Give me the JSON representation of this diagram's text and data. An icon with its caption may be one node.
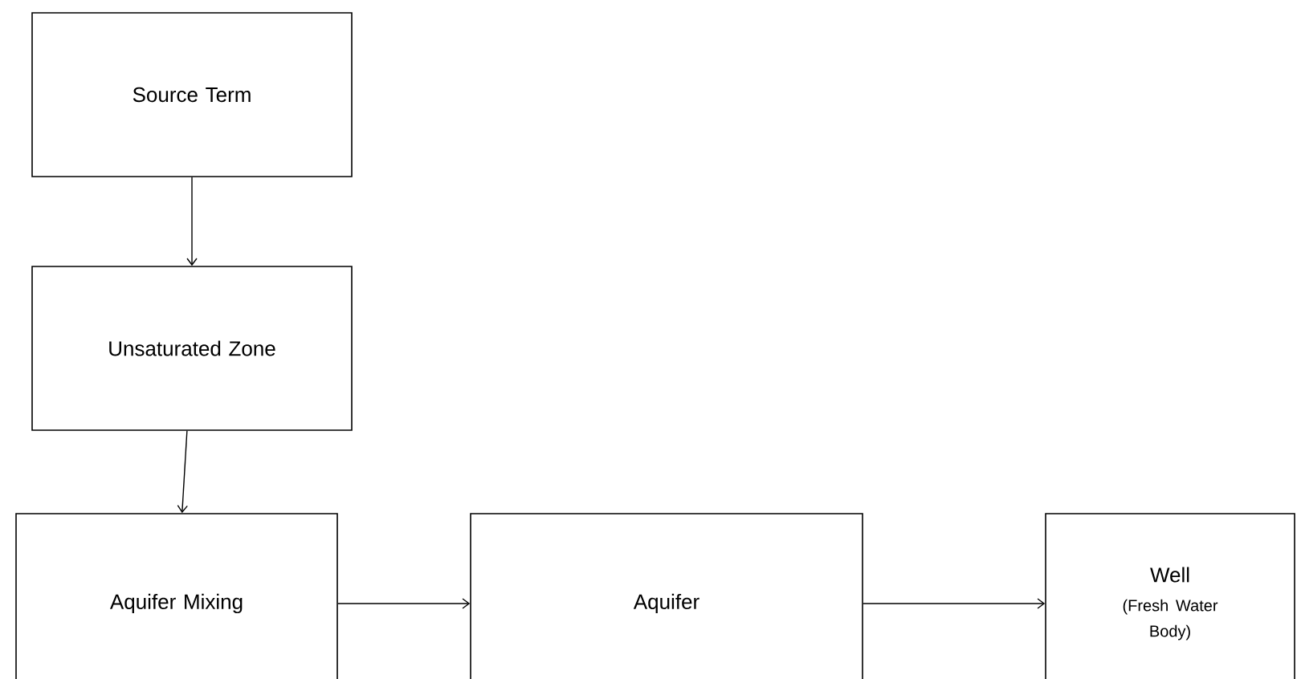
{
  "diagram": {
    "nodes": [
      {
        "text": [
          "Source Term"
        ]
      },
      {
        "text": [
          "Unsaturated Zone"
        ]
      },
      {
        "text": [
          "Aquifer Mixing"
        ]
      },
      {
        "text": [
          "Aquifer"
        ]
      },
      {
        "text": [
          "Well",
          "(Fresh Water Body)"
        ]
      }
    ],
    "edges": [
      {
        "from": 0,
        "to": 1,
        "arrow": "to"
      },
      {
        "from": 1,
        "to": 2,
        "arrow": "to"
      },
      {
        "from": 2,
        "to": 3,
        "arrow": "to"
      },
      {
        "from": 3,
        "to": 4,
        "arrow": "to"
      }
    ]
  }
}
